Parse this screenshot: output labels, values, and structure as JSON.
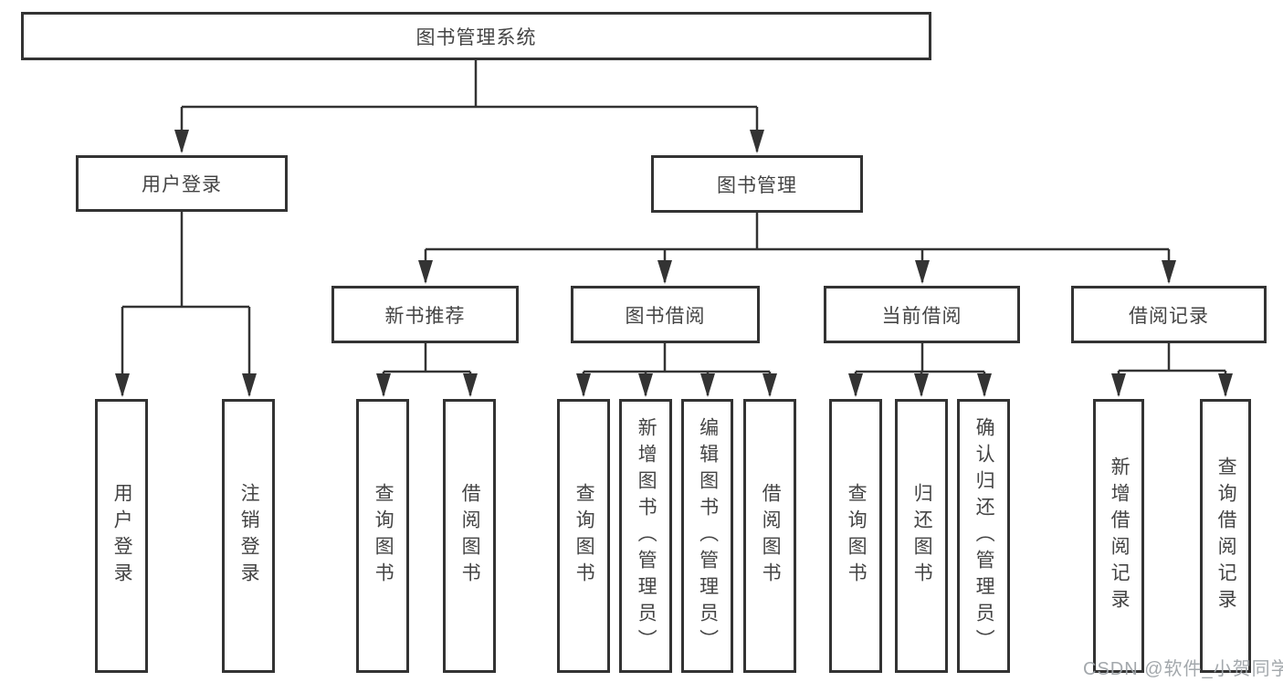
{
  "diagram": {
    "title": "图书管理系统",
    "root": {
      "label": "图书管理系统"
    },
    "level2": [
      {
        "id": "user-login",
        "label": "用户登录"
      },
      {
        "id": "book-management",
        "label": "图书管理"
      }
    ],
    "level3": [
      {
        "id": "new-book-recommend",
        "parent": "图书管理",
        "label": "新书推荐"
      },
      {
        "id": "book-borrow",
        "parent": "图书管理",
        "label": "图书借阅"
      },
      {
        "id": "current-borrow",
        "parent": "图书管理",
        "label": "当前借阅"
      },
      {
        "id": "borrow-records",
        "parent": "图书管理",
        "label": "借阅记录"
      }
    ],
    "leaves": [
      {
        "parent": "用户登录",
        "label": "用户登录"
      },
      {
        "parent": "用户登录",
        "label": "注销登录"
      },
      {
        "parent": "新书推荐",
        "label": "查询图书"
      },
      {
        "parent": "新书推荐",
        "label": "借阅图书"
      },
      {
        "parent": "图书借阅",
        "label": "查询图书"
      },
      {
        "parent": "图书借阅",
        "label": "新增图书（管理员）"
      },
      {
        "parent": "图书借阅",
        "label": "编辑图书（管理员）"
      },
      {
        "parent": "图书借阅",
        "label": "借阅图书"
      },
      {
        "parent": "当前借阅",
        "label": "查询图书"
      },
      {
        "parent": "当前借阅",
        "label": "归还图书"
      },
      {
        "parent": "当前借阅",
        "label": "确认归还（管理员）"
      },
      {
        "parent": "借阅记录",
        "label": "新增借阅记录"
      },
      {
        "parent": "借阅记录",
        "label": "查询借阅记录"
      }
    ],
    "watermark": "CSDN @软件_小贺同学",
    "colors": {
      "line": "#333333",
      "box_border": "#333333",
      "box_fill": "#ffffff",
      "text": "#444444",
      "watermark": "#9ea3a8",
      "background": "#ffffff"
    }
  }
}
